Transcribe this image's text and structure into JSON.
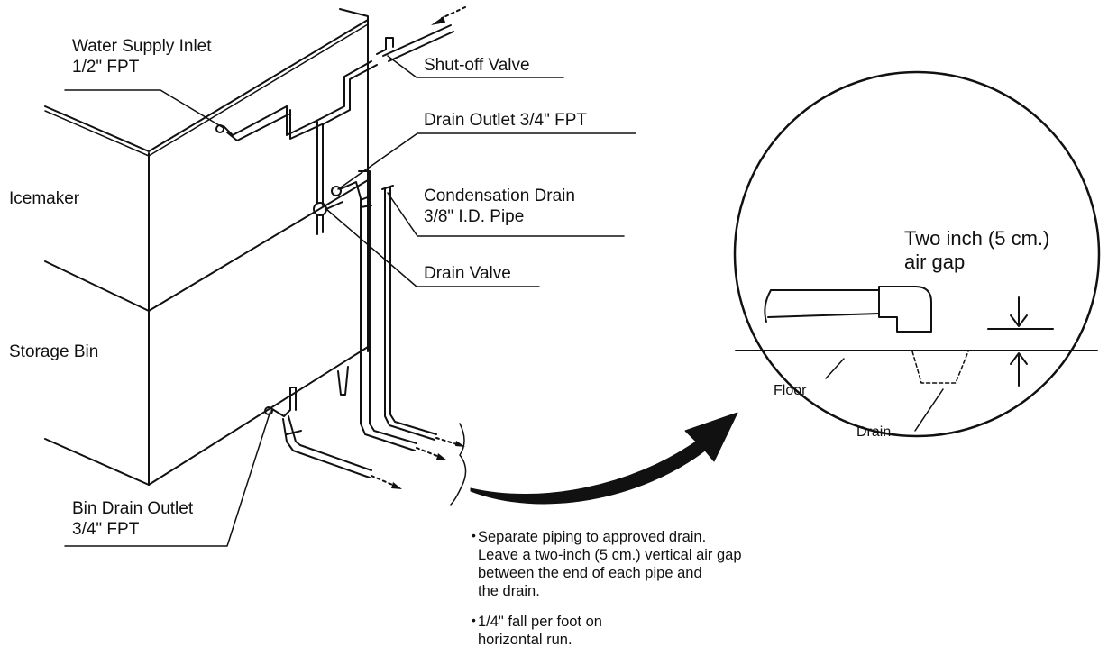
{
  "labels": {
    "water_supply_inlet": [
      "Water Supply Inlet",
      "1/2\" FPT"
    ],
    "shutoff_valve": "Shut-off Valve",
    "drain_outlet": "Drain Outlet 3/4\" FPT",
    "condensation_drain": [
      "Condensation Drain",
      "3/8\" I.D. Pipe"
    ],
    "drain_valve": "Drain Valve",
    "icemaker": "Icemaker",
    "storage_bin": "Storage Bin",
    "bin_drain_outlet": [
      "Bin Drain Outlet",
      "3/4\" FPT"
    ]
  },
  "detail": {
    "air_gap": [
      "Two inch (5 cm.)",
      "air gap"
    ],
    "floor": "Floor",
    "drain": "Drain"
  },
  "notes": [
    [
      "Separate piping to approved drain.",
      "Leave a two-inch (5 cm.) vertical air gap",
      "between the end of each pipe and",
      "the drain."
    ],
    [
      "1/4\" fall per foot on",
      "horizontal run."
    ]
  ],
  "colors": {
    "ink": "#111111",
    "background": "#ffffff"
  }
}
